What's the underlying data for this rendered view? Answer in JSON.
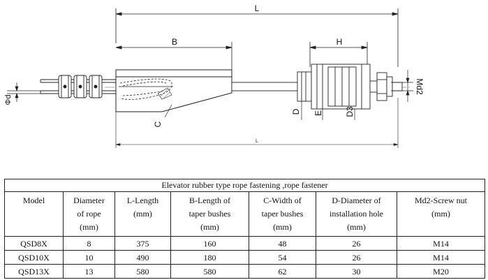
{
  "drawing": {
    "labels": {
      "L_top": "L",
      "L_bottom": "L",
      "B": "B",
      "H": "H",
      "C": "C",
      "phi_d": "Φd",
      "D": "D",
      "E": "E",
      "D3": "D3",
      "Md2": "Md2"
    }
  },
  "table": {
    "title": "Elevator rubber type rope fastening ,rope fastener",
    "headers": [
      [
        "Model"
      ],
      [
        "Diameter",
        "of rope",
        "(mm)"
      ],
      [
        "L-Length",
        "(mm)"
      ],
      [
        "B-Length of",
        "taper bushes",
        "(mm)"
      ],
      [
        "C-Width of",
        "taper bushes",
        "(mm)"
      ],
      [
        "D-Diameter of",
        "installation hole",
        "(mm)"
      ],
      [
        "Md2-Screw nut",
        "(mm)"
      ]
    ],
    "rows": [
      [
        "QSD8X",
        "8",
        "375",
        "160",
        "48",
        "26",
        "M14"
      ],
      [
        "QSD10X",
        "10",
        "490",
        "180",
        "54",
        "26",
        "M14"
      ],
      [
        "QSD13X",
        "13",
        "580",
        "580",
        "62",
        "30",
        "M20"
      ]
    ]
  }
}
